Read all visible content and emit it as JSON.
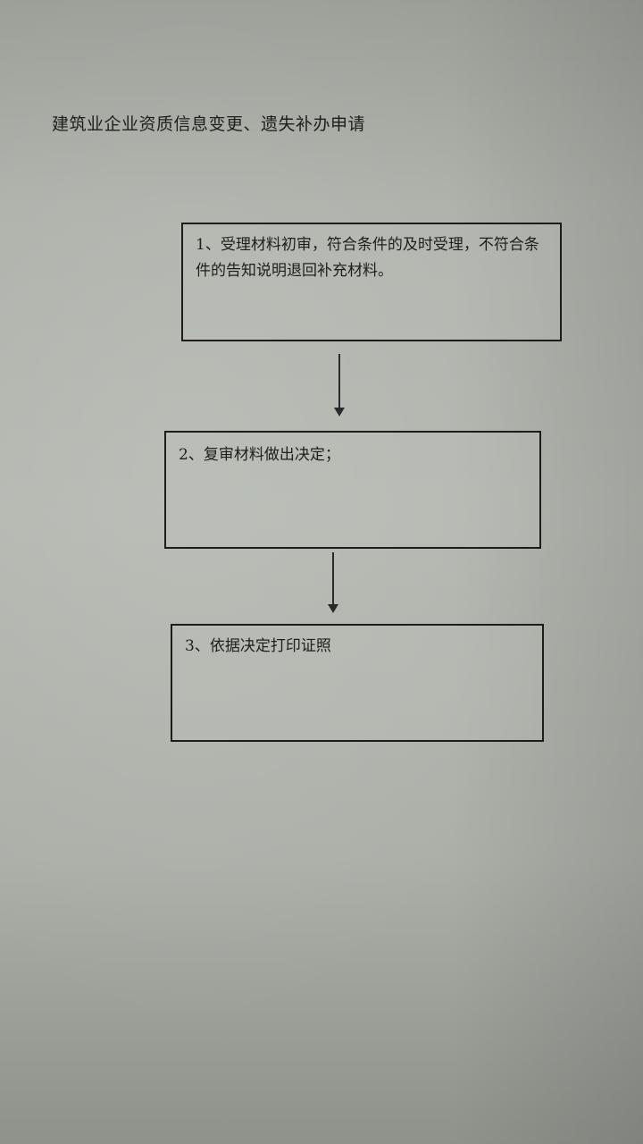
{
  "document": {
    "title": "建筑业企业资质信息变更、遗失补办申请",
    "steps": [
      {
        "number": "1",
        "text": "1、受理材料初审，符合条件的及时受理，不符合条件的告知说明退回补充材料。"
      },
      {
        "number": "2",
        "text": "2、复审材料做出决定；"
      },
      {
        "number": "3",
        "text": "3、依据决定打印证照"
      }
    ],
    "arrows": [
      {
        "from": "1",
        "to": "2",
        "direction": "down"
      },
      {
        "from": "2",
        "to": "3",
        "direction": "down"
      }
    ]
  },
  "colors": {
    "paper": "#b1b4ad",
    "ink": "#1e1f1c",
    "border": "#1c1c1a"
  }
}
